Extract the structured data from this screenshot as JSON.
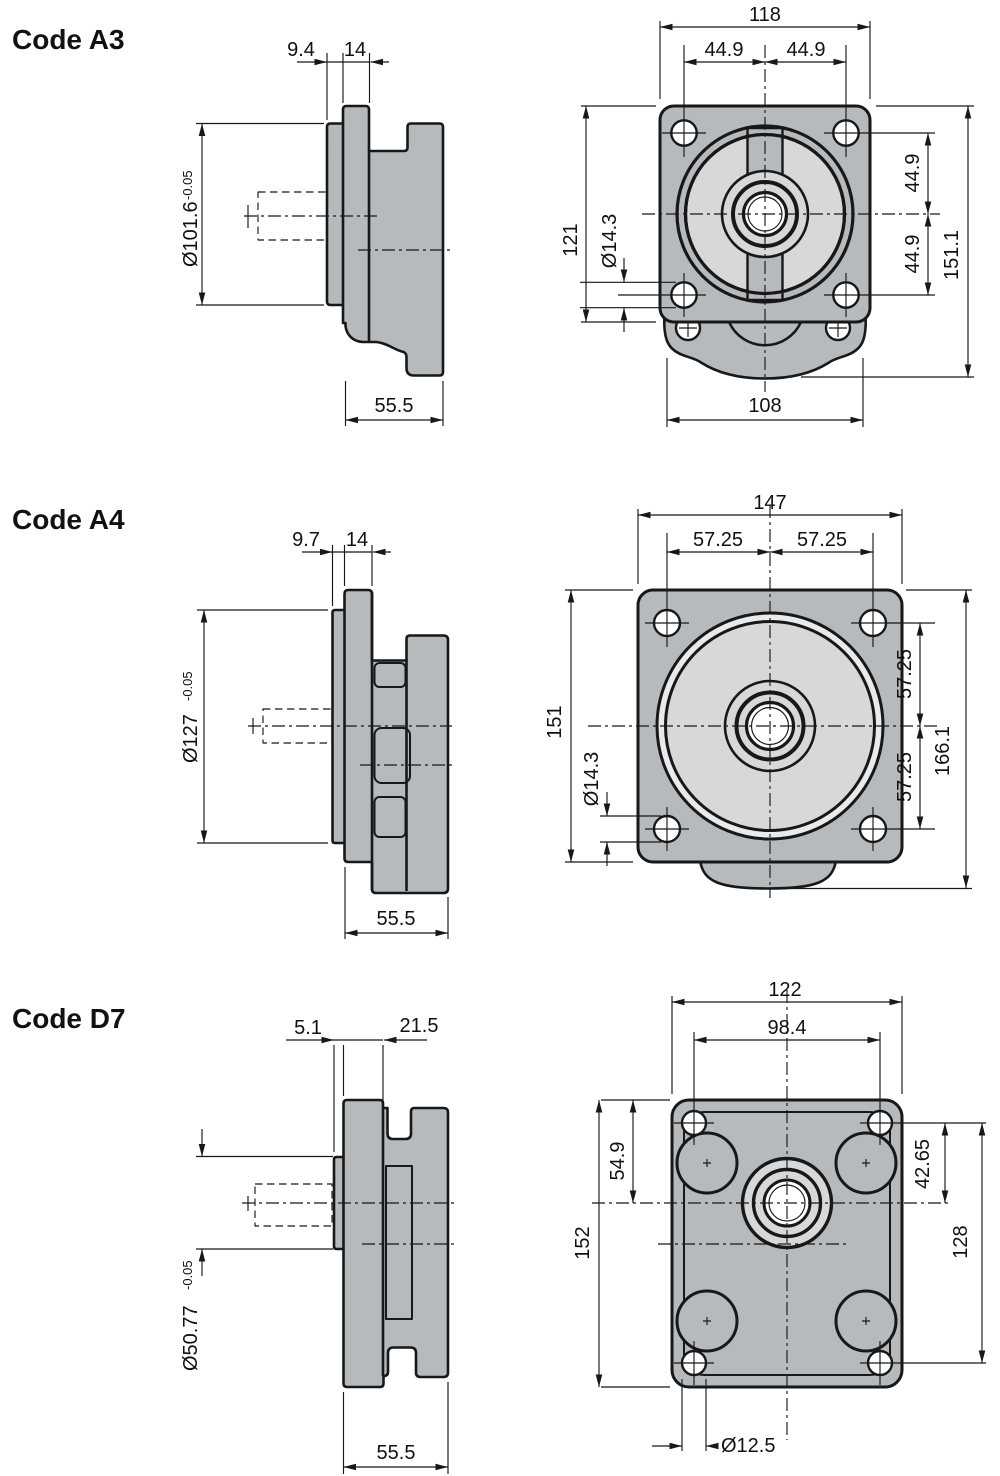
{
  "palette": {
    "gray": "#b7babd",
    "light": "#d6d8da",
    "band": "#e9eaeb",
    "line": "#16181a",
    "bg": "#ffffff"
  },
  "sections": [
    {
      "code": "Code A3",
      "side": {
        "a": "9.4",
        "b": "14",
        "dia": "Ø101.6",
        "tol": "-0.05",
        "depth": "55.5"
      },
      "front": {
        "w": "118",
        "wl": "44.9",
        "wr": "44.9",
        "h": "121",
        "hole": "Ø14.3",
        "vt": "44.9",
        "vb": "44.9",
        "ht": "151.1",
        "bw": "108"
      }
    },
    {
      "code": "Code A4",
      "side": {
        "a": "9.7",
        "b": "14",
        "dia": "Ø127",
        "tol": "-0.05",
        "depth": "55.5"
      },
      "front": {
        "w": "147",
        "wl": "57.25",
        "wr": "57.25",
        "h": "151",
        "hole": "Ø14.3",
        "vt": "57.25",
        "vb": "57.25",
        "ht": "166.1"
      }
    },
    {
      "code": "Code D7",
      "side": {
        "a": "5.1",
        "b": "21.5",
        "dia": "Ø50.77",
        "tol": "-0.05",
        "depth": "55.5"
      },
      "front": {
        "w": "122",
        "bolt_w": "98.4",
        "top_axis": "54.9",
        "h": "152",
        "axis": "42.65",
        "bolt_h": "128",
        "hole": "Ø12.5"
      }
    }
  ]
}
